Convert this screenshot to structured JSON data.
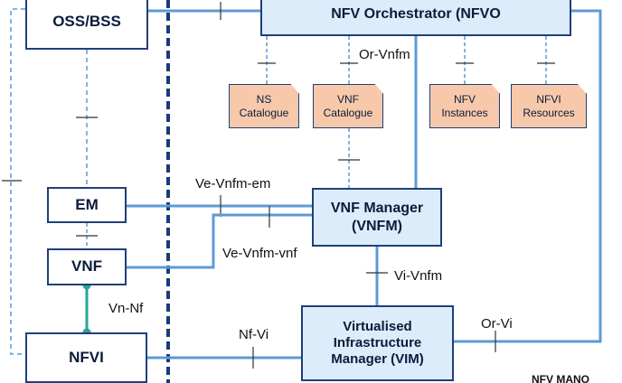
{
  "nodes": {
    "oss_bss": "OSS/BSS",
    "nfvo": "NFV Orchestrator (NFVO",
    "em": "EM",
    "vnf": "VNF",
    "nfvi": "NFVI",
    "vnfm_line1": "VNF Manager",
    "vnfm_line2": "(VNFM)",
    "vim_line1": "Virtualised",
    "vim_line2": "Infrastructure",
    "vim_line3": "Manager (VIM)"
  },
  "catalogues": {
    "ns_line1": "NS",
    "ns_line2": "Catalogue",
    "vnf_line1": "VNF",
    "vnf_line2": "Catalogue",
    "nfv_inst_line1": "NFV",
    "nfv_inst_line2": "Instances",
    "nfvi_res_line1": "NFVI",
    "nfvi_res_line2": "Resources"
  },
  "interfaces": {
    "or_vnfm": "Or-Vnfm",
    "ve_vnfm_em": "Ve-Vnfm-em",
    "ve_vnfm_vnf": "Ve-Vnfm-vnf",
    "vi_vnfm": "Vi-Vnfm",
    "vn_nf": "Vn-Nf",
    "nf_vi": "Nf-Vi",
    "or_vi": "Or-Vi"
  },
  "region_label": "NFV MANO",
  "colors": {
    "solid_link": "#5b9bd5",
    "dashed_link": "#5b9bd5",
    "mano_border": "#1a3a7a",
    "box_border": "#1f3f7a",
    "mano_fill": "#dcecfa",
    "catalogue_fill": "#f7c9aa",
    "vn_nf_link": "#2aa39a"
  }
}
